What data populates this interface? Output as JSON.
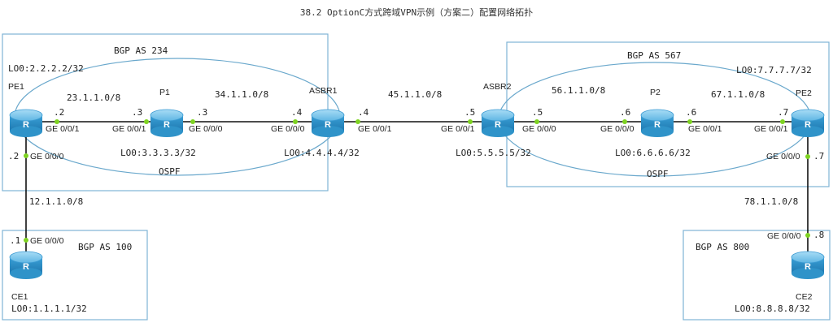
{
  "title": "38.2 OptionC方式跨域VPN示例（方案二）配置网络拓扑",
  "as_labels": {
    "as234": "BGP AS 234",
    "as567": "BGP AS 567",
    "as100": "BGP AS 100",
    "as800": "BGP AS 800"
  },
  "ospf_labels": {
    "left": "OSPF",
    "right": "OSPF"
  },
  "routers": {
    "pe1": {
      "name": "PE1",
      "loopback": "LO0:2.2.2.2/32"
    },
    "p1": {
      "name": "P1",
      "loopback": "LO0:3.3.3.3/32"
    },
    "asbr1": {
      "name": "ASBR1",
      "loopback": "LO0:4.4.4.4/32"
    },
    "asbr2": {
      "name": "ASBR2",
      "loopback": "LO0:5.5.5.5/32"
    },
    "p2": {
      "name": "P2",
      "loopback": "LO0:6.6.6.6/32"
    },
    "pe2": {
      "name": "PE2",
      "loopback": "LO0:7.7.7.7/32"
    },
    "ce1": {
      "name": "CE1",
      "loopback": "LO0:1.1.1.1/32"
    },
    "ce2": {
      "name": "CE2",
      "loopback": "LO0:8.8.8.8/32"
    }
  },
  "subnets": {
    "pe1_p1": "23.1.1.0/8",
    "p1_asbr1": "34.1.1.0/8",
    "asbr1_asbr2": "45.1.1.0/8",
    "asbr2_p2": "56.1.1.0/8",
    "p2_pe2": "67.1.1.0/8",
    "pe1_ce1": "12.1.1.0/8",
    "pe2_ce2": "78.1.1.0/8"
  },
  "host_ids": {
    "pe1_right": ".2",
    "p1_left": ".3",
    "p1_right": ".3",
    "asbr1_left": ".4",
    "asbr1_right": ".4",
    "asbr2_left": ".5",
    "asbr2_right": ".5",
    "p2_left": ".6",
    "p2_right": ".6",
    "pe2_left": ".7",
    "pe1_down": ".2",
    "ce1_up": ".1",
    "pe2_down": ".7",
    "ce2_up": ".8"
  },
  "interfaces": {
    "pe1_right": "GE 0/0/1",
    "p1_left": "GE 0/0/1",
    "p1_right": "GE 0/0/0",
    "asbr1_left": "GE 0/0/0",
    "asbr1_right": "GE 0/0/1",
    "asbr2_left": "GE 0/0/1",
    "asbr2_right": "GE 0/0/0",
    "p2_left": "GE 0/0/0",
    "p2_right": "GE 0/0/1",
    "pe2_left": "GE 0/0/1",
    "pe1_down": "GE 0/0/0",
    "ce1_up": "GE 0/0/0",
    "pe2_down": "GE 0/0/0",
    "ce2_up": "GE 0/0/0"
  },
  "router_icon": "router-icon",
  "router_glyph": "R",
  "colors": {
    "zone_border": "#7fb3d5",
    "ospf_ring": "#6aa8cc",
    "port_dot": "#7ed321",
    "router_body": "#2f93c9"
  }
}
